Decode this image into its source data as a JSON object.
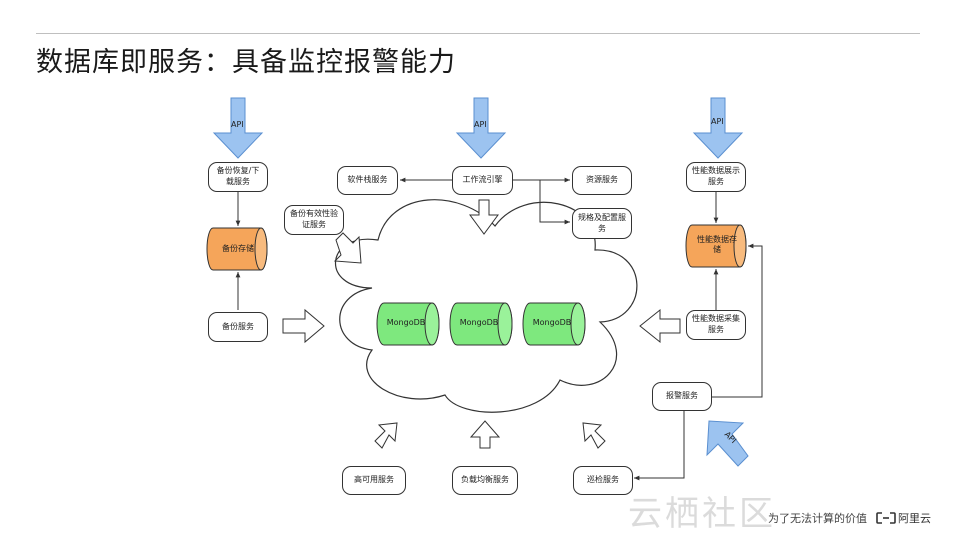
{
  "title": "数据库即服务：具备监控报警能力",
  "api_label": "API",
  "nodes": {
    "backup_restore": "备份恢复/下\n载服务",
    "backup_verify": "备份有效性验\n证服务",
    "backup_storage": "备份存储",
    "backup_service": "备份服务",
    "software_stack": "软件栈服务",
    "workflow_engine": "工作流引擎",
    "resource_service": "资源服务",
    "spec_config": "规格及配置服\n务",
    "perf_display": "性能数据展示\n服务",
    "perf_storage": "性能数据存\n储",
    "perf_collect": "性能数据采集\n服务",
    "alert_service": "报警服务",
    "high_availability": "高可用服务",
    "load_balance": "负载均衡服务",
    "patrol_service": "巡检服务"
  },
  "mongodb": [
    "MongoDB",
    "MongoDB",
    "MongoDB"
  ],
  "footer": {
    "slogan": "为了无法计算的价值",
    "brand": "阿里云",
    "watermark": "云栖社区"
  },
  "colors": {
    "api_arrow": "#9cc3f0",
    "storage_cylinder": "#f5a55a",
    "mongodb_cylinder": "#7ee87e",
    "cloud_fill": "#ffffff"
  }
}
